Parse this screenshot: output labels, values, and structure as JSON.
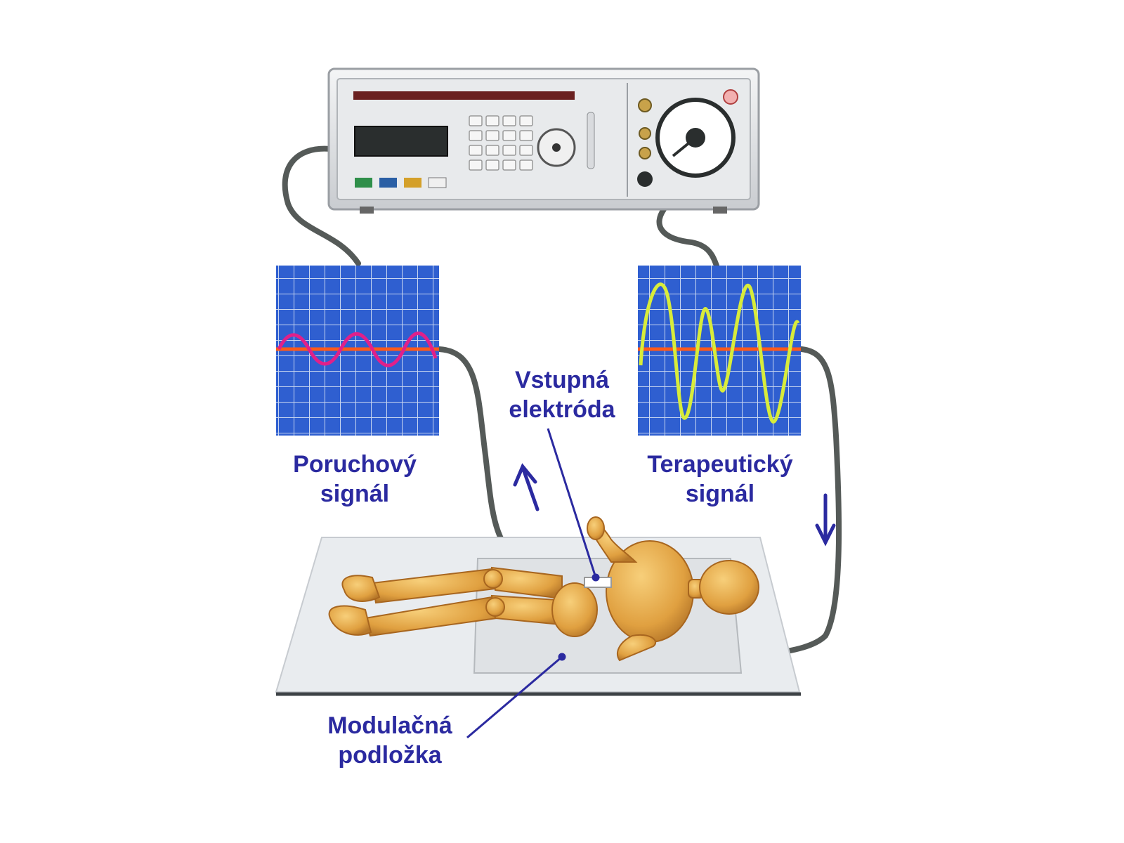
{
  "labels": {
    "disturbance": {
      "line1": "Poruchový",
      "line2": "signál"
    },
    "therapeutic": {
      "line1": "Terapeutický",
      "line2": "signál"
    },
    "input_electrode": {
      "line1": "Vstupná",
      "line2": "elektróda"
    },
    "modulation_pad": {
      "line1": "Modulačná",
      "line2": "podložka"
    }
  },
  "colors": {
    "label_text": "#2b2aa0",
    "scope_background": "#2f5fd0",
    "scope_grid": "#c8d6f0",
    "disturbance_wave": "#e0208a",
    "therapeutic_wave": "#d8ec3a",
    "baseline": "#ff5a1a",
    "cable": "#555a58",
    "arrow": "#2b2aa0",
    "figure": "#e0a040",
    "pad": "#e9ecef"
  },
  "icons": [
    "medical-device-icon",
    "wooden-mannequin-icon",
    "arrow-up-icon",
    "arrow-down-icon"
  ]
}
